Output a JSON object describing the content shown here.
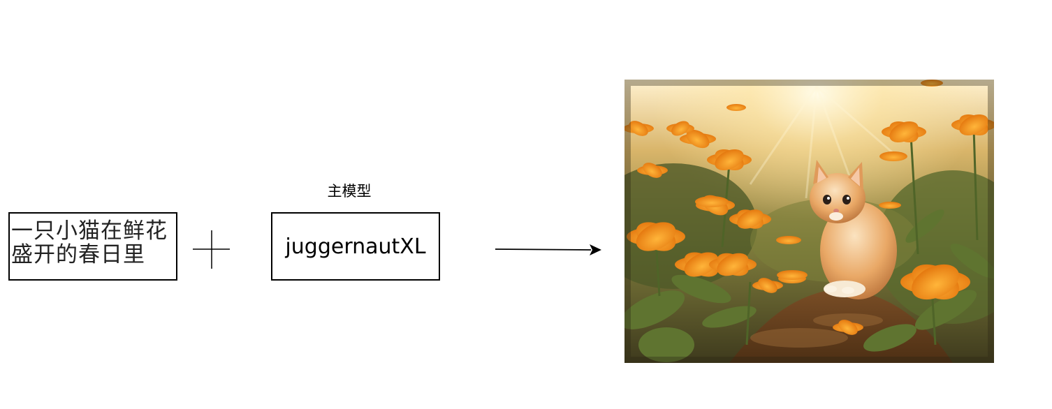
{
  "prompt": {
    "text": "一只小猫在鲜花盛开的春日里"
  },
  "model": {
    "label": "主模型",
    "name": "juggernautXL"
  },
  "operator": {
    "symbol_icon": "plus-icon"
  },
  "connector": {
    "icon": "arrow-right-icon"
  },
  "output": {
    "image_icon": "kitten-in-flower-field-image"
  },
  "colors": {
    "border": "#000000",
    "flower_orange": "#f39a1e",
    "leaf_green": "#6d7f3a",
    "soil_brown": "#8a5a2b",
    "kitten_ginger": "#e8a464"
  }
}
